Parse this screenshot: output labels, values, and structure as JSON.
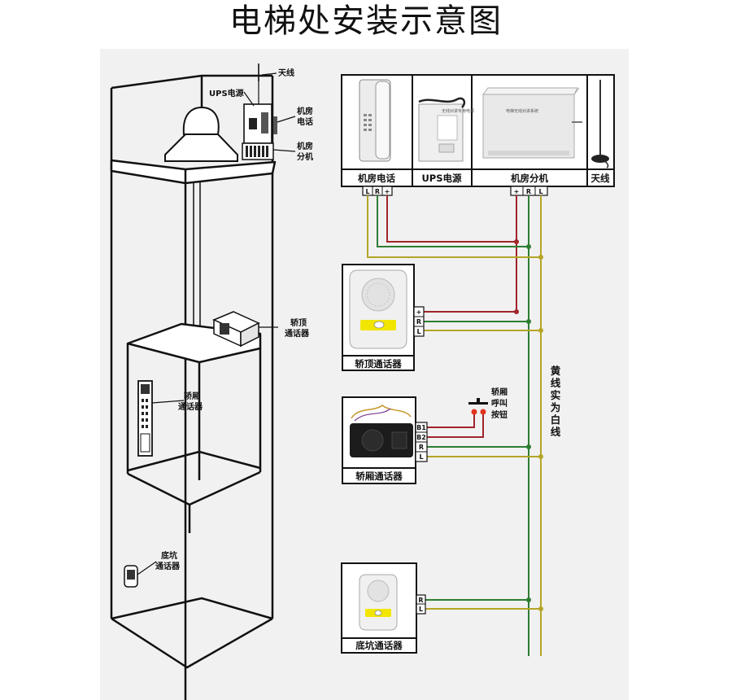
{
  "title": "电梯处安装示意图",
  "elevator_labels": {
    "antenna": "天线",
    "ups": "UPS电源",
    "machine_phone_1": "机房",
    "machine_phone_2": "电话",
    "machine_ext_1": "机房",
    "machine_ext_2": "分机",
    "car_top_1": "轿顶",
    "car_top_2": "通话器",
    "car_1": "轿厢",
    "car_2": "通话器",
    "pit_1": "底坑",
    "pit_2": "通话器"
  },
  "equipment": {
    "machine_phone": "机房电话",
    "ups": "UPS电源",
    "machine_ext": "机房分机",
    "antenna": "天线",
    "ups_device_text": "无线对讲专用电源",
    "ext_device_text": "电梯无线对讲系统"
  },
  "terminals": {
    "phone": [
      "L",
      "R",
      "+"
    ],
    "ext": [
      "+",
      "R",
      "L"
    ],
    "car_top": [
      "+",
      "R",
      "L"
    ],
    "car": [
      "B1",
      "B2",
      "R",
      "L"
    ],
    "pit": [
      "R",
      "L"
    ]
  },
  "devices": {
    "car_top": "轿顶通话器",
    "car": "轿厢通话器",
    "pit": "底坑通话器"
  },
  "call_button": [
    "轿厢",
    "呼叫",
    "按钮"
  ],
  "wire_note": "黄线实为白线",
  "colors": {
    "red_wire": "#a0252a",
    "green_wire": "#2e7d32",
    "yellow_wire": "#b5a526",
    "sticker": "#f2e600"
  }
}
